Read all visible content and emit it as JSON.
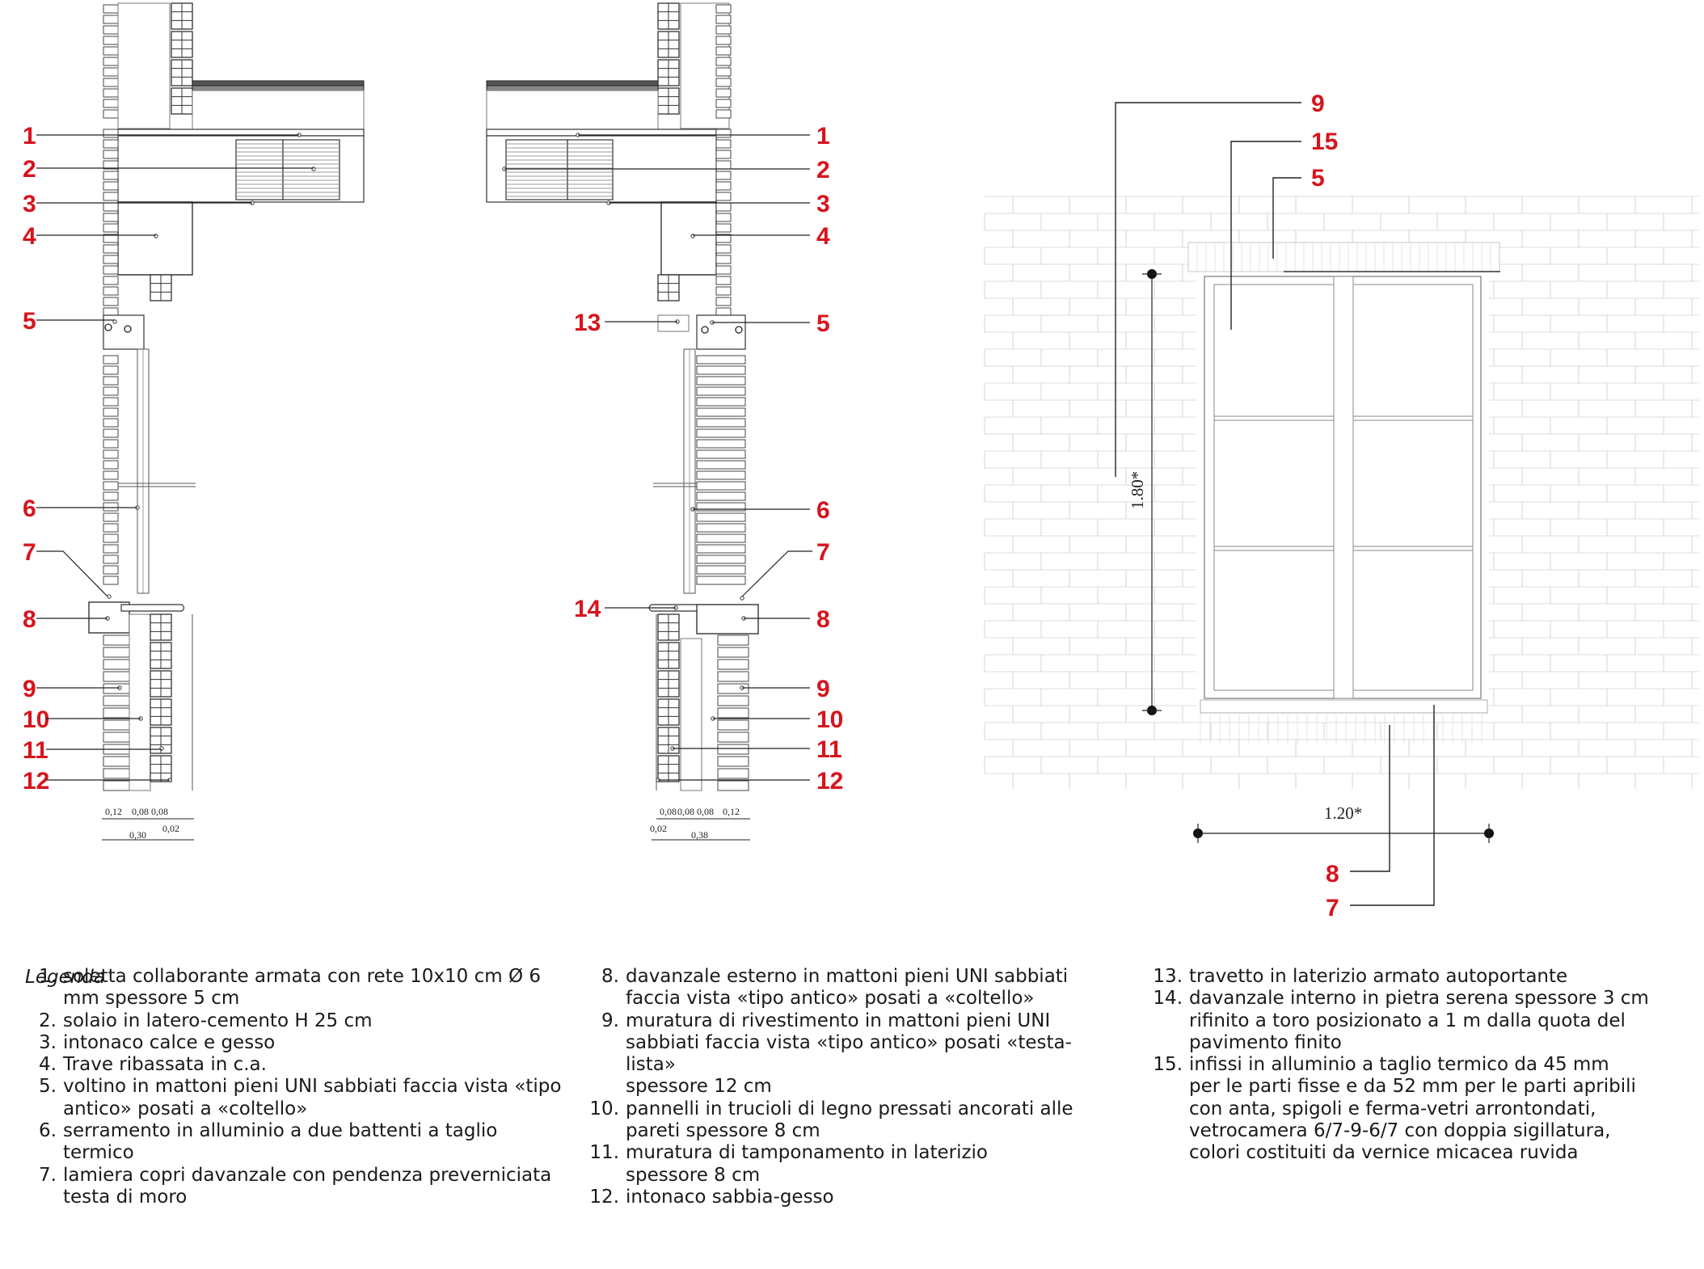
{
  "callouts": {
    "left": [
      "1",
      "2",
      "3",
      "4",
      "5",
      "6",
      "7",
      "8",
      "9",
      "10",
      "11",
      "12"
    ],
    "middle": [
      "1",
      "2",
      "3",
      "4",
      "13",
      "5",
      "6",
      "7",
      "14",
      "8",
      "9",
      "10",
      "11",
      "12"
    ],
    "right": [
      "9",
      "15",
      "5",
      "8",
      "7"
    ]
  },
  "dimensions": {
    "left_top": [
      "0,12",
      "0,08",
      "0,08"
    ],
    "left_bottom": [
      "0,30",
      "0,02"
    ],
    "mid_top": [
      "0,08",
      "0,08",
      "0,08",
      "0,12"
    ],
    "mid_bottom": [
      "0,02",
      "0,38"
    ],
    "height": "1.80*",
    "width": "1.20*"
  },
  "legend": {
    "title": "Legenda",
    "col1": [
      {
        "n": "1.",
        "lines": [
          "soletta collaborante armata con rete 10x10 cm Ø 6",
          "mm spessore 5 cm"
        ]
      },
      {
        "n": "2.",
        "lines": [
          "solaio in latero-cemento H 25 cm"
        ]
      },
      {
        "n": "3.",
        "lines": [
          "intonaco calce e gesso"
        ]
      },
      {
        "n": "4.",
        "lines": [
          "Trave ribassata in c.a."
        ]
      },
      {
        "n": "5.",
        "lines": [
          "voltino in mattoni pieni UNI sabbiati faccia vista «tipo",
          "antico» posati a «coltello»"
        ]
      },
      {
        "n": "6.",
        "lines": [
          "serramento in alluminio a due battenti a taglio termico"
        ]
      },
      {
        "n": "7.",
        "lines": [
          "lamiera copri davanzale con pendenza preverniciata",
          "testa di moro"
        ]
      }
    ],
    "col2": [
      {
        "n": "8.",
        "lines": [
          "davanzale esterno in mattoni pieni UNI sabbiati",
          "faccia vista «tipo antico» posati a «coltello»"
        ]
      },
      {
        "n": "9.",
        "lines": [
          "muratura di rivestimento in mattoni pieni UNI",
          "sabbiati faccia vista «tipo antico» posati «testa-lista»",
          "spessore 12 cm"
        ]
      },
      {
        "n": "10.",
        "lines": [
          "pannelli in trucioli di legno pressati ancorati alle",
          "pareti spessore 8 cm"
        ]
      },
      {
        "n": "11.",
        "lines": [
          "muratura di tamponamento in laterizio",
          "spessore 8 cm"
        ]
      },
      {
        "n": "12.",
        "lines": [
          "intonaco sabbia-gesso"
        ]
      }
    ],
    "col3": [
      {
        "n": "13.",
        "lines": [
          "travetto in laterizio armato autoportante"
        ]
      },
      {
        "n": "14.",
        "lines": [
          "davanzale interno in pietra serena spessore 3 cm",
          "rifinito a toro posizionato a 1 m dalla quota del",
          "pavimento finito"
        ]
      },
      {
        "n": "15.",
        "lines": [
          "infissi in alluminio a taglio termico da 45 mm",
          "per le parti fisse e da 52 mm per le parti apribili",
          "con anta, spigoli e ferma-vetri arrontondati,",
          "vetrocamera 6/7-9-6/7 con doppia sigillatura,",
          "colori costituiti da vernice micacea ruvida"
        ]
      }
    ]
  }
}
